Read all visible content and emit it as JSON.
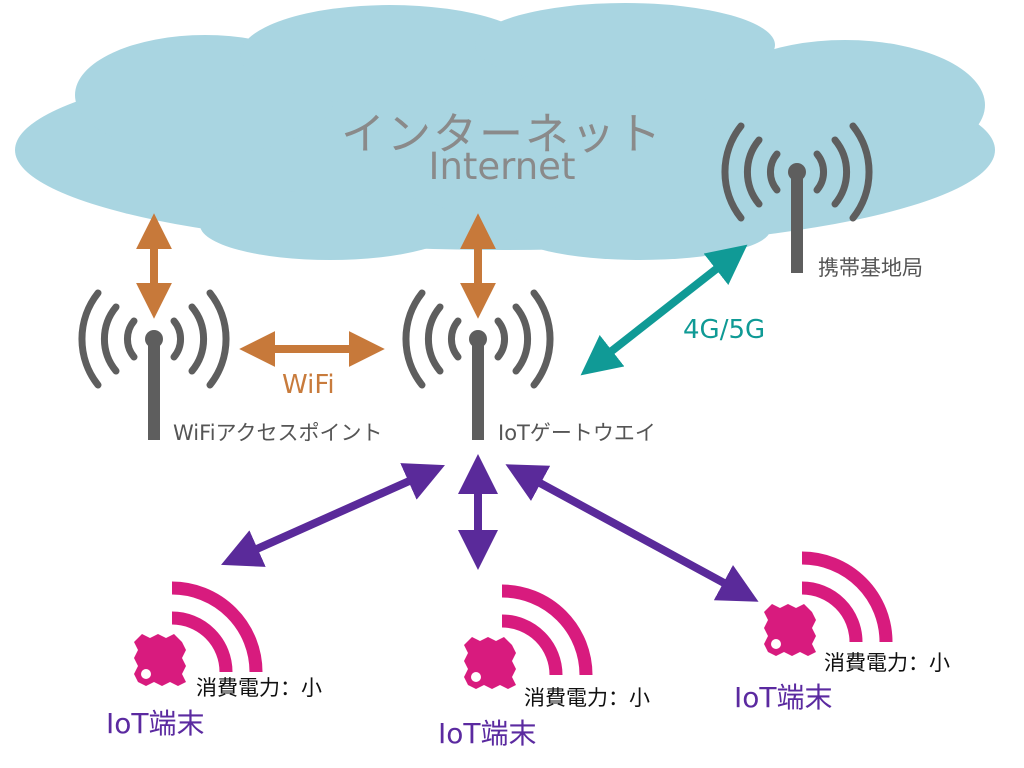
{
  "cloud": {
    "label_jp": "インターネット",
    "label_en": "Internet",
    "fill": "#a9d5e1"
  },
  "base_station": {
    "label": "携帯基地局"
  },
  "links": {
    "cellular_label": "4G/5G",
    "wifi_label": "WiFi",
    "cellular_color": "#109a96",
    "wifi_color": "#c7793a",
    "device_color": "#5a2a9a"
  },
  "access_point": {
    "label": "WiFiアクセスポイント"
  },
  "gateway": {
    "label": "IoTゲートウエイ"
  },
  "devices": [
    {
      "label": "IoT端末",
      "power": "消費電力：小"
    },
    {
      "label": "IoT端末",
      "power": "消費電力：小"
    },
    {
      "label": "IoT端末",
      "power": "消費電力：小"
    }
  ],
  "colors": {
    "antenna": "#5e5e5e",
    "device_icon": "#d81b7e"
  }
}
